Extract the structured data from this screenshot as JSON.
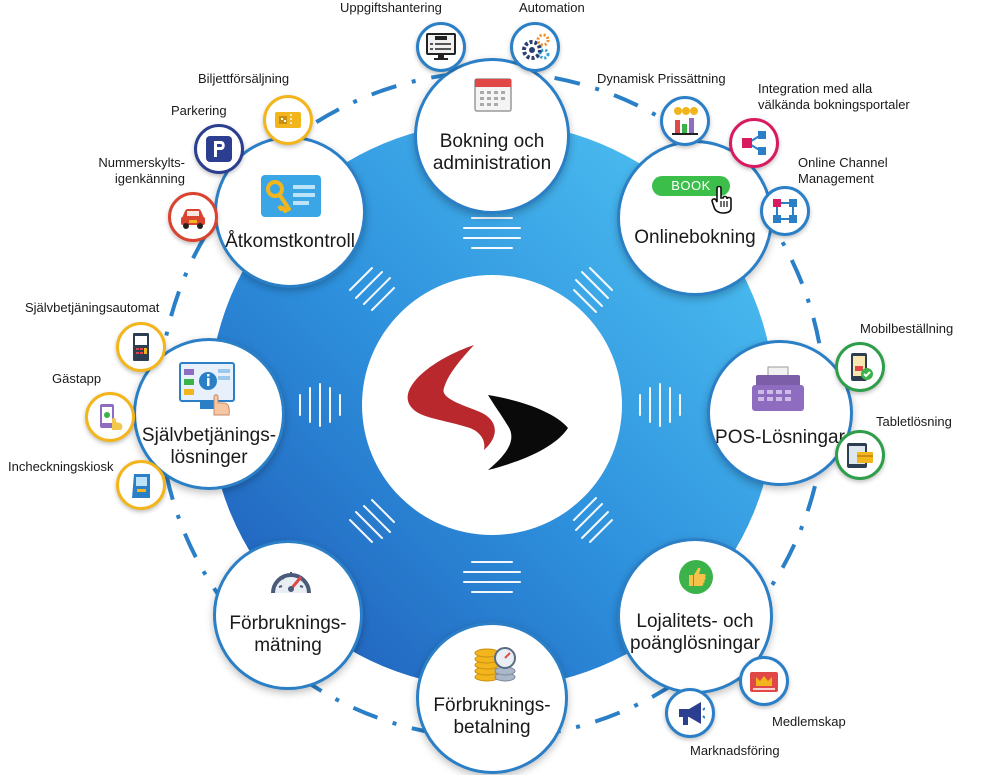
{
  "colors": {
    "ring_outer": "#2a7fc6",
    "ring_inner_light": "#4fc3f7",
    "ring_inner_dark": "#1f5fb8",
    "logo_red": "#b8282d",
    "logo_black": "#0a0a0a",
    "yellow_border": "#f2b51c",
    "red_border": "#d9432f",
    "navy_border": "#2c3e8f",
    "pink_border": "#d81b60",
    "green_border": "#2e9e4b",
    "blue_border": "#2a7fc6"
  },
  "hubs": {
    "booking": {
      "label1": "Bokning och",
      "label2": "administration",
      "icon": "calendar-icon"
    },
    "online": {
      "label1": "Onlinebokning",
      "button": "BOOK",
      "icon": "hand-pointer-icon"
    },
    "pos": {
      "label1": "POS-Lösningar",
      "icon": "cash-register-icon"
    },
    "loyalty": {
      "label1": "Lojalitets- och",
      "label2": "poänglösningar",
      "icon": "thumbs-up-icon"
    },
    "payment": {
      "label1": "Förbruknings-",
      "label2": "betalning",
      "icon": "coins-gauge-icon"
    },
    "metering": {
      "label1": "Förbruknings-",
      "label2": "mätning",
      "icon": "gauge-icon"
    },
    "selfservice": {
      "label1": "Självbetjänings-",
      "label2": "lösninger",
      "icon": "info-screen-icon"
    },
    "access": {
      "label1": "Åtkomstkontroll",
      "icon": "key-card-icon"
    }
  },
  "satellites": {
    "task": {
      "label": "Uppgiftshantering",
      "icon": "task-monitor-icon"
    },
    "automation": {
      "label": "Automation",
      "icon": "gears-icon"
    },
    "pricing": {
      "label": "Dynamisk Prissättning",
      "icon": "price-bars-icon"
    },
    "integration": {
      "label1": "Integration med alla",
      "label2": "välkända bokningsportaler",
      "icon": "share-nodes-icon"
    },
    "channel": {
      "label1": "Online Channel",
      "label2": "Management",
      "icon": "network-icon"
    },
    "mobile": {
      "label": "Mobilbeställning",
      "icon": "mobile-order-icon"
    },
    "tablet": {
      "label": "Tabletlösning",
      "icon": "tablet-card-icon"
    },
    "membership": {
      "label": "Medlemskap",
      "icon": "crown-card-icon"
    },
    "marketing": {
      "label": "Marknadsföring",
      "icon": "megaphone-icon"
    },
    "ticket": {
      "label": "Biljettförsäljning",
      "icon": "ticket-icon"
    },
    "parking": {
      "label": "Parkering",
      "icon": "parking-icon"
    },
    "plate": {
      "label1": "Nummerskylts-",
      "label2": "igenkänning",
      "icon": "car-icon"
    },
    "automat": {
      "label": "Självbetjäningsautomat",
      "icon": "kiosk-machine-icon"
    },
    "guestapp": {
      "label": "Gästapp",
      "icon": "phone-hand-icon"
    },
    "checkin": {
      "label": "Incheckningskiosk",
      "icon": "checkin-kiosk-icon"
    }
  }
}
